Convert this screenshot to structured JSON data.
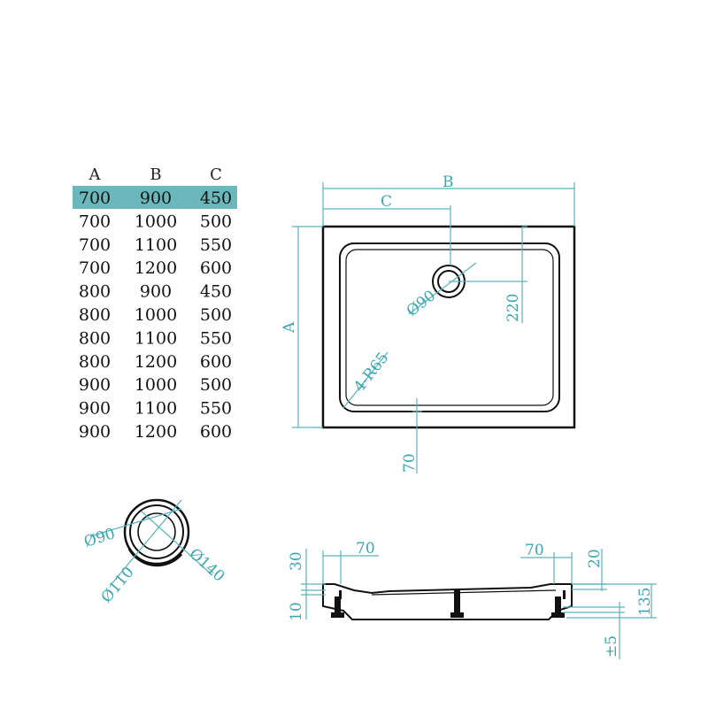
{
  "table": {
    "headers": [
      "A",
      "B",
      "C"
    ],
    "rows": [
      [
        "700",
        "900",
        "450"
      ],
      [
        "700",
        "1000",
        "500"
      ],
      [
        "700",
        "1100",
        "550"
      ],
      [
        "700",
        "1200",
        "600"
      ],
      [
        "800",
        "900",
        "450"
      ],
      [
        "800",
        "1000",
        "500"
      ],
      [
        "800",
        "1100",
        "550"
      ],
      [
        "800",
        "1200",
        "600"
      ],
      [
        "900",
        "1000",
        "500"
      ],
      [
        "900",
        "1100",
        "550"
      ],
      [
        "900",
        "1200",
        "600"
      ]
    ],
    "highlighted_row": 0,
    "highlight_color": "#6bb8bc"
  },
  "top_view": {
    "dim_b": "B",
    "dim_c": "C",
    "dim_a": "A",
    "drain": "Ø90",
    "drain_offset": "220",
    "corner_radius": "4-R65",
    "bottom_offset": "70"
  },
  "drain_detail": {
    "inner": "Ø90",
    "middle": "Ø110",
    "outer": "Ø140"
  },
  "side_view": {
    "left_70": "70",
    "right_70": "70",
    "dim_30": "30",
    "dim_20": "20",
    "dim_10": "10",
    "dim_135": "135",
    "dim_pm5": "±5"
  },
  "colors": {
    "dimension": "#59b4bc",
    "outline": "#111111",
    "highlight": "#6bb8bc"
  }
}
